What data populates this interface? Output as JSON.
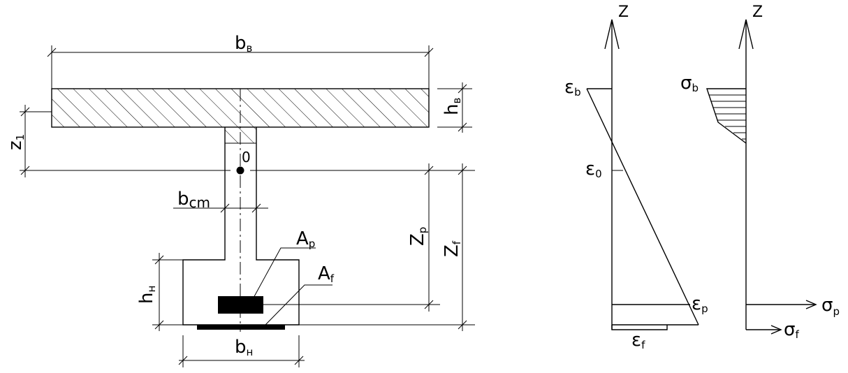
{
  "section": {
    "b_top": {
      "main": "b",
      "sub": "в"
    },
    "h_top": {
      "main": "h",
      "sub": "в"
    },
    "z1": {
      "main": "z",
      "sub": "1"
    },
    "origin": "0",
    "b_web": {
      "main": "b",
      "sub": "cm"
    },
    "A_p": {
      "main": "A",
      "sub": "p"
    },
    "A_f": {
      "main": "A",
      "sub": "f"
    },
    "h_bottom": {
      "main": "h",
      "sub": "н"
    },
    "b_bottom": {
      "main": "b",
      "sub": "н"
    },
    "Z_p": {
      "main": "Z",
      "sub": "p"
    },
    "Z_f": {
      "main": "Z",
      "sub": "f"
    }
  },
  "strain": {
    "axis": "Z",
    "eps_b": {
      "main": "ε",
      "sub": "b"
    },
    "eps_0": {
      "main": "ε",
      "sub": "0"
    },
    "eps_p": {
      "main": "ε",
      "sub": "p"
    },
    "eps_f": {
      "main": "ε",
      "sub": "f"
    }
  },
  "stress": {
    "axis": "Z",
    "sigma_b": {
      "main": "σ",
      "sub": "b"
    },
    "sigma_p": {
      "main": "σ",
      "sub": "p"
    },
    "sigma_f": {
      "main": "σ",
      "sub": "f"
    }
  }
}
